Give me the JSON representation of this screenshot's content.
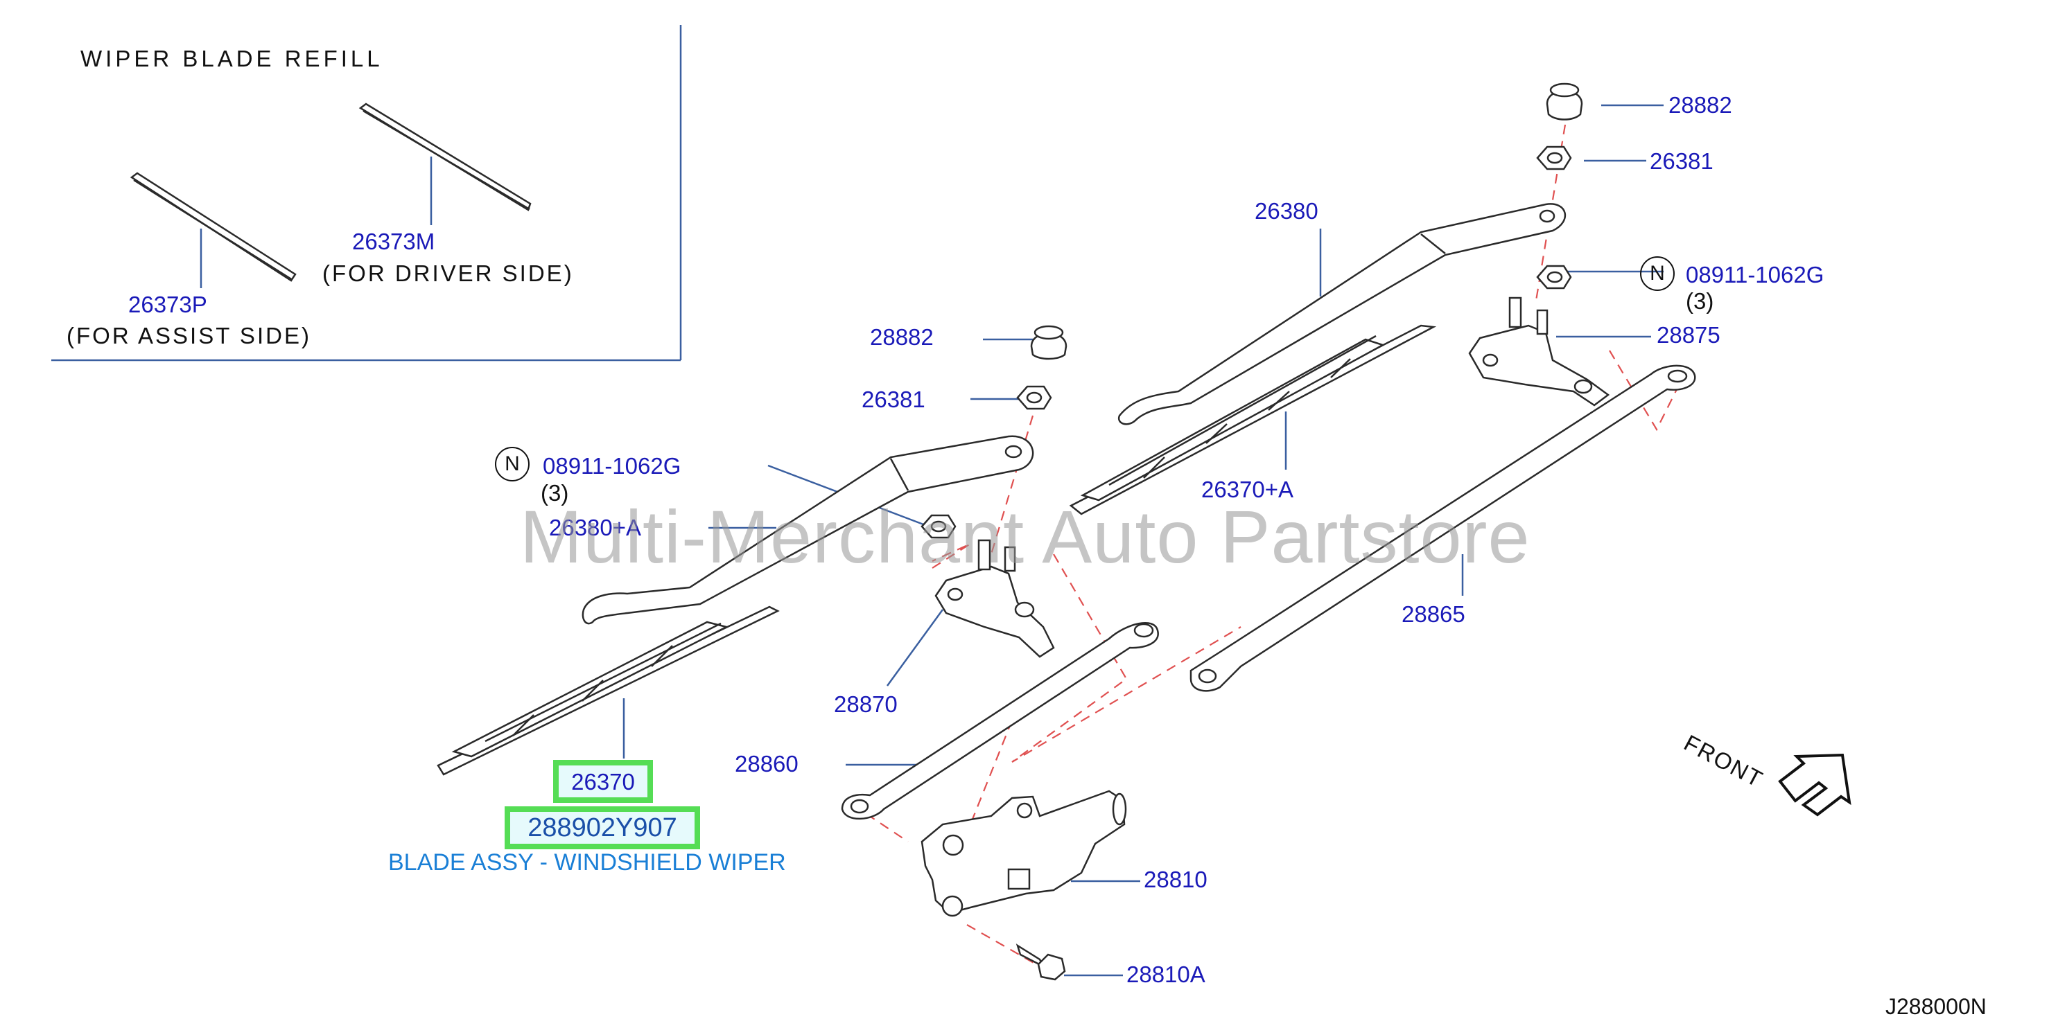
{
  "inset": {
    "title": "WIPER BLADE REFILL",
    "part_driver": "26373M",
    "note_driver": "(FOR DRIVER SIDE)",
    "part_assist": "26373P",
    "note_assist": "(FOR ASSIST SIDE)"
  },
  "callouts": {
    "p28882_right": "28882",
    "p26381_right": "26381",
    "p26380": "26380",
    "n_symbol": "N",
    "p08911_right": "08911-1062G",
    "qty_right": "(3)",
    "p28875": "28875",
    "p28882_left": "28882",
    "p26381_left": "26381",
    "p08911_left": "08911-1062G",
    "qty_left": "(3)",
    "p26380a": "26380+A",
    "p26370a": "26370+A",
    "p28865": "28865",
    "p28870": "28870",
    "p28860": "28860",
    "p26370": "26370",
    "p28810": "28810",
    "p28810a": "28810A"
  },
  "highlight": {
    "part_number": "288902Y907",
    "description": "BLADE ASSY - WINDSHIELD WIPER"
  },
  "front_label": "FRONT",
  "diagram_code": "J288000N",
  "watermark": "Multi-Merchant Auto Partstore",
  "colors": {
    "callout": "#1a1ab8",
    "highlight_border": "#55dd55",
    "highlight_text": "#1a4fa8",
    "line": "#2a2a2a",
    "leader": "#3a5fa0",
    "dashed": "#e05050"
  }
}
